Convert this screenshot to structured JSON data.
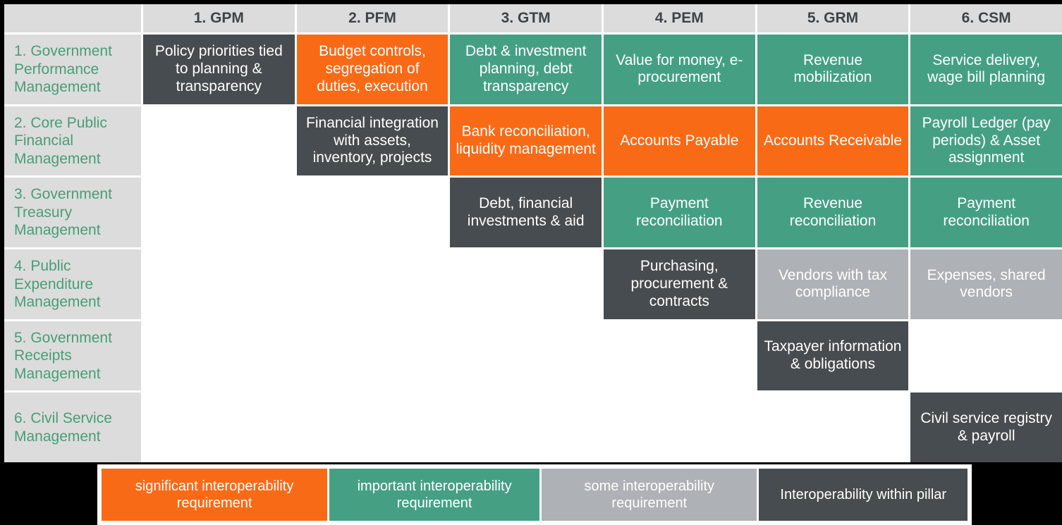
{
  "matrix": {
    "corner_label": "",
    "columns": [
      {
        "label": "1. GPM"
      },
      {
        "label": "2. PFM"
      },
      {
        "label": "3. GTM"
      },
      {
        "label": "4. PEM"
      },
      {
        "label": "5. GRM"
      },
      {
        "label": "6. CSM"
      }
    ],
    "rows": [
      {
        "label": "1. Government Performance Management",
        "cells": [
          {
            "text": "Policy priorities tied to planning & transparency",
            "level": "within-pillar"
          },
          {
            "text": "Budget controls, segregation of duties, execution",
            "level": "significant"
          },
          {
            "text": "Debt & investment planning, debt transparency",
            "level": "important"
          },
          {
            "text": "Value for money, e-procurement",
            "level": "important"
          },
          {
            "text": "Revenue mobilization",
            "level": "important"
          },
          {
            "text": "Service delivery, wage bill planning",
            "level": "important"
          }
        ]
      },
      {
        "label": "2. Core Public Financial Management",
        "cells": [
          {
            "text": "",
            "level": "empty"
          },
          {
            "text": "Financial integration with assets, inventory, projects",
            "level": "within-pillar"
          },
          {
            "text": "Bank reconciliation, liquidity management",
            "level": "significant"
          },
          {
            "text": "Accounts Payable",
            "level": "significant"
          },
          {
            "text": "Accounts Receivable",
            "level": "significant"
          },
          {
            "text": "Payroll Ledger (pay periods) & Asset assignment",
            "level": "important"
          }
        ]
      },
      {
        "label": "3. Government Treasury Management",
        "cells": [
          {
            "text": "",
            "level": "empty"
          },
          {
            "text": "",
            "level": "empty"
          },
          {
            "text": "Debt, financial investments & aid",
            "level": "within-pillar"
          },
          {
            "text": "Payment reconciliation",
            "level": "important"
          },
          {
            "text": "Revenue reconciliation",
            "level": "important"
          },
          {
            "text": "Payment reconciliation",
            "level": "important"
          }
        ]
      },
      {
        "label": "4. Public Expenditure Management",
        "cells": [
          {
            "text": "",
            "level": "empty"
          },
          {
            "text": "",
            "level": "empty"
          },
          {
            "text": "",
            "level": "empty"
          },
          {
            "text": "Purchasing, procurement & contracts",
            "level": "within-pillar"
          },
          {
            "text": "Vendors with tax compliance",
            "level": "some"
          },
          {
            "text": "Expenses, shared vendors",
            "level": "some"
          }
        ]
      },
      {
        "label": "5. Government Receipts Management",
        "cells": [
          {
            "text": "",
            "level": "empty"
          },
          {
            "text": "",
            "level": "empty"
          },
          {
            "text": "",
            "level": "empty"
          },
          {
            "text": "",
            "level": "empty"
          },
          {
            "text": "Taxpayer information & obligations",
            "level": "within-pillar"
          },
          {
            "text": "",
            "level": "empty"
          }
        ]
      },
      {
        "label": "6. Civil Service Management",
        "cells": [
          {
            "text": "",
            "level": "empty"
          },
          {
            "text": "",
            "level": "empty"
          },
          {
            "text": "",
            "level": "empty"
          },
          {
            "text": "",
            "level": "empty"
          },
          {
            "text": "",
            "level": "empty"
          },
          {
            "text": "Civil service registry & payroll",
            "level": "within-pillar"
          }
        ]
      }
    ]
  },
  "legend": {
    "items": [
      {
        "label": "significant interoperability requirement",
        "level": "significant",
        "color": "#f96a16"
      },
      {
        "label": "important interoperability requirement",
        "level": "important",
        "color": "#45a083"
      },
      {
        "label": "some interoperability requirement",
        "level": "some",
        "color": "#aeb1b5"
      },
      {
        "label": "Interoperability within pillar",
        "level": "within-pillar",
        "color": "#464c4f"
      }
    ]
  },
  "colors": {
    "significant": "#f96a16",
    "important": "#45a083",
    "some": "#aeb1b5",
    "within_pillar": "#464c4f",
    "header_bg": "#dcdcdc",
    "row_label_text": "#489d79",
    "column_label_text": "#3f4447",
    "empty": "#ffffff",
    "frame": "#000000"
  }
}
